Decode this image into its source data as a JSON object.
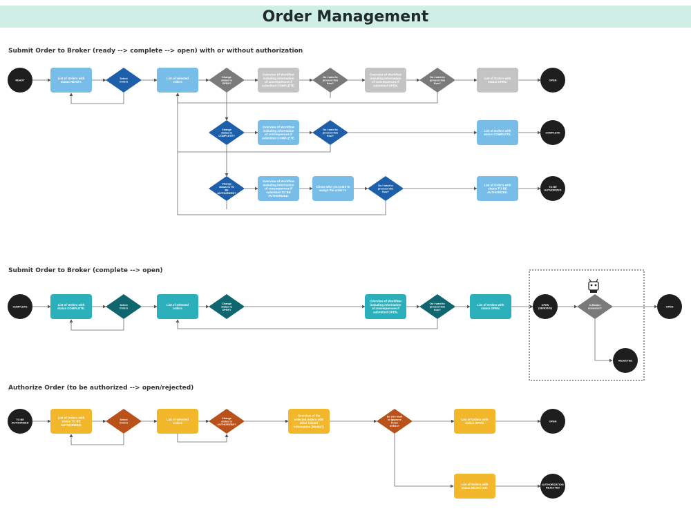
{
  "page": {
    "title": "Order Management"
  },
  "sections": [
    {
      "title": "Submit Order to Broker (ready --> complete --> open) with or without authorization"
    },
    {
      "title": "Submit Order to Broker (complete --> open)"
    },
    {
      "title": "Authorize Order (to be authorized --> open/rejected)"
    }
  ],
  "colors": {
    "dark": "#1e1e1e",
    "blue": "#78bde8",
    "blue_dark": "#1d5fa8",
    "gray": "#c4c4c4",
    "gray_dark": "#7a7a7a",
    "teal": "#2aafbb",
    "teal_dark": "#10666e",
    "yellow": "#f2b72b",
    "orange": "#b8521a"
  },
  "nodes": [
    {
      "id": "ready",
      "label": "READY",
      "color": "dark"
    },
    {
      "id": "s1_list_ready",
      "label": "List of Orders with status READY.",
      "color": "blue"
    },
    {
      "id": "s1_select",
      "label": "Select Orders",
      "color": "blue_dark"
    },
    {
      "id": "s1_selected",
      "label": "List of selected orders",
      "color": "blue"
    },
    {
      "id": "s1_change_open",
      "label": "Change status to OPEN?",
      "color": "gray_dark"
    },
    {
      "id": "s1_overview_complete_gray",
      "label": "Overview of Workflow including information of consequences if submitted COMPLETE.",
      "color": "gray"
    },
    {
      "id": "s1_proceed_a",
      "label": "Do I want to proceed this flow?",
      "color": "gray_dark"
    },
    {
      "id": "s1_overview_open_gray",
      "label": "Overview of Workflow including information of consequences if submitted OPEN.",
      "color": "gray"
    },
    {
      "id": "s1_proceed_b",
      "label": "Do I want to proceed this flow?",
      "color": "gray_dark"
    },
    {
      "id": "s1_list_open",
      "label": "List of Orders with status OPEN.",
      "color": "gray"
    },
    {
      "id": "s1_open",
      "label": "OPEN",
      "color": "dark"
    },
    {
      "id": "s1_change_complete",
      "label": "Change status to COMPLETE?",
      "color": "blue_dark"
    },
    {
      "id": "s1_overview_complete",
      "label": "Overview of Workflow including information of consequences if submitted COMPLETE.",
      "color": "blue"
    },
    {
      "id": "s1_proceed_c",
      "label": "Do I want to proceed this flow?",
      "color": "blue_dark"
    },
    {
      "id": "s1_list_complete",
      "label": "List of Orders with status COMPLETE.",
      "color": "blue"
    },
    {
      "id": "s1_complete",
      "label": "COMPLETE",
      "color": "dark"
    },
    {
      "id": "s1_change_tba",
      "label": "Change status to TO BE AUTHORIZED?",
      "color": "blue_dark"
    },
    {
      "id": "s1_overview_tba",
      "label": "Overview of Workflow including information of consequences if submitted TO BE AUTHORIZED.",
      "color": "blue"
    },
    {
      "id": "s1_assign",
      "label": "Chose who you want to assign the order to.",
      "color": "blue"
    },
    {
      "id": "s1_proceed_d",
      "label": "Do I want to proceed this flow?",
      "color": "blue_dark"
    },
    {
      "id": "s1_list_tba",
      "label": "List of Orders with status TO BE AUTHORIZED.",
      "color": "blue"
    },
    {
      "id": "s1_tba",
      "label": "TO BE AUTHORIZED",
      "color": "dark"
    },
    {
      "id": "complete",
      "label": "COMPLETE",
      "color": "dark"
    },
    {
      "id": "s2_list_complete",
      "label": "List of Orders with status COMPLETE.",
      "color": "teal"
    },
    {
      "id": "s2_select",
      "label": "Select Orders",
      "color": "teal_dark"
    },
    {
      "id": "s2_selected",
      "label": "List of selected orders",
      "color": "teal"
    },
    {
      "id": "s2_change_open",
      "label": "Change status to OPEN?",
      "color": "teal_dark"
    },
    {
      "id": "s2_overview_open",
      "label": "Overview of Workflow including information of consequences if submitted OPEN.",
      "color": "teal"
    },
    {
      "id": "s2_proceed",
      "label": "Do I want to proceed this flow?",
      "color": "teal_dark"
    },
    {
      "id": "s2_list_open",
      "label": "List of Orders with status OPEN.",
      "color": "teal"
    },
    {
      "id": "s2_sending",
      "label": "OPEN (SENDING)",
      "color": "dark"
    },
    {
      "id": "s2_broker",
      "label": "Is Broker answered?",
      "color": "gray_dark"
    },
    {
      "id": "s2_open",
      "label": "OPEN",
      "color": "dark"
    },
    {
      "id": "s2_rejected",
      "label": "REJECTED",
      "color": "dark"
    },
    {
      "id": "tba",
      "label": "TO BE AUTHORIZED",
      "color": "dark"
    },
    {
      "id": "s3_list_tba",
      "label": "List of Orders with status TO BE AUTHORIZED.",
      "color": "yellow"
    },
    {
      "id": "s3_select",
      "label": "Select Orders",
      "color": "orange"
    },
    {
      "id": "s3_selected",
      "label": "List of selected orders",
      "color": "yellow"
    },
    {
      "id": "s3_change_auth",
      "label": "Change status to AUTHORIZED?",
      "color": "orange"
    },
    {
      "id": "s3_overview",
      "label": "Overview of the selected orders with other related information (Modal?)",
      "color": "yellow"
    },
    {
      "id": "s3_approve",
      "label": "Do you want to approve these orders?",
      "color": "orange"
    },
    {
      "id": "s3_list_open",
      "label": "List of Orders with status OPEN.",
      "color": "yellow"
    },
    {
      "id": "s3_open",
      "label": "OPEN",
      "color": "dark"
    },
    {
      "id": "s3_list_rejected",
      "label": "List of Orders with status REJECTED.",
      "color": "yellow"
    },
    {
      "id": "s3_rejected",
      "label": "AUTHORIZATION REJECTED",
      "color": "dark"
    }
  ]
}
